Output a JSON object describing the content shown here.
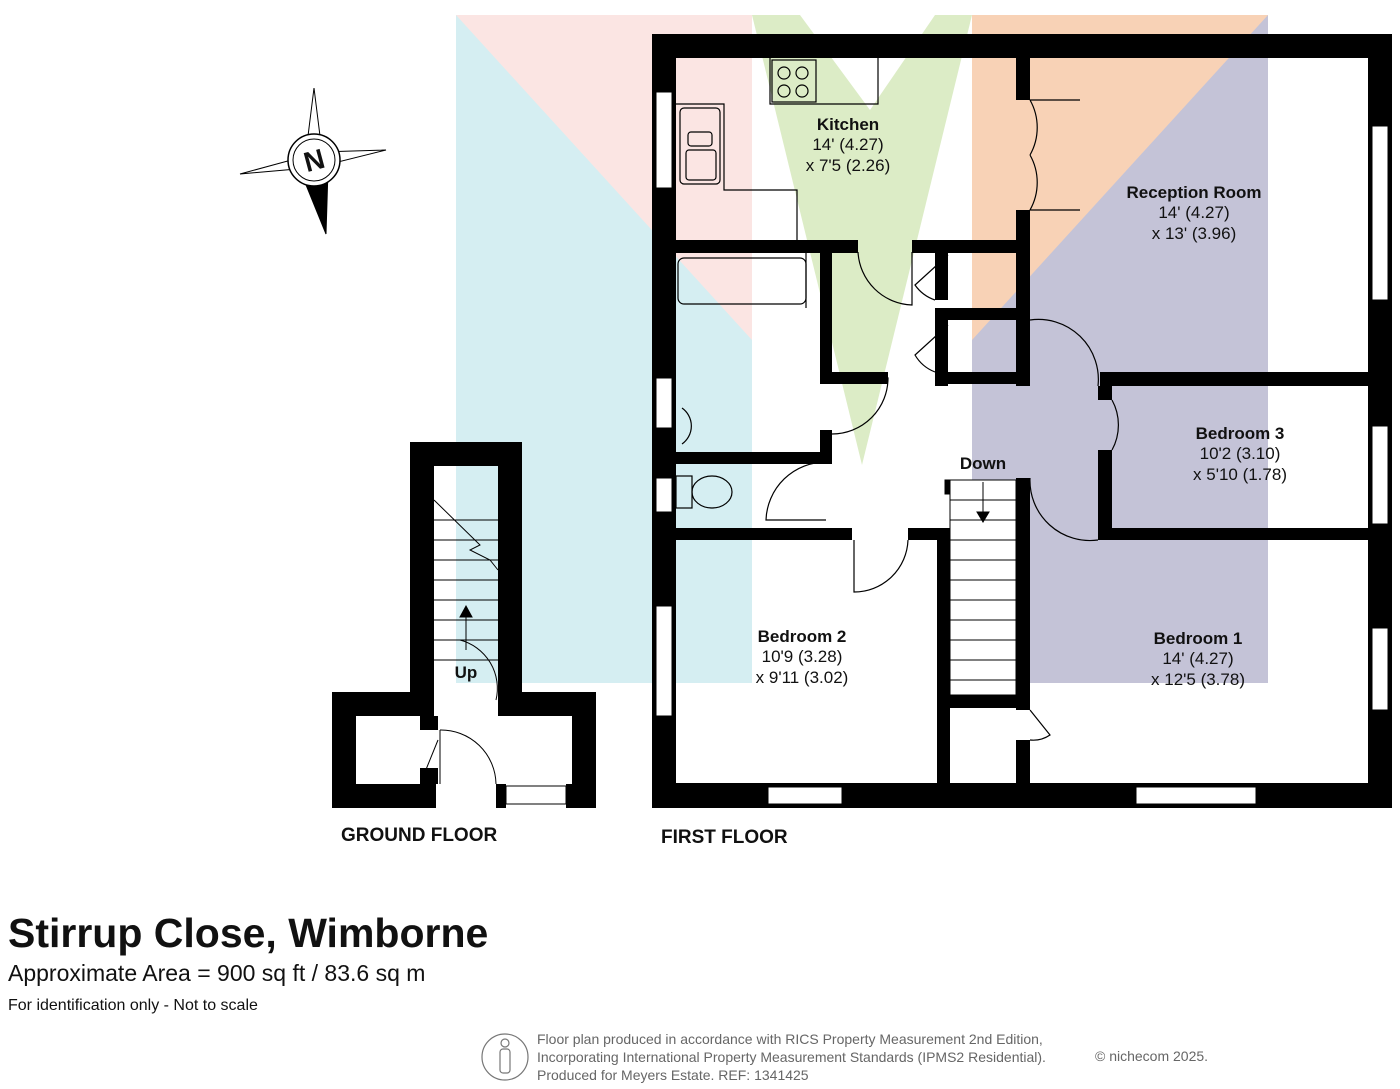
{
  "rooms": {
    "kitchen": {
      "name": "Kitchen",
      "dim1": "14' (4.27)",
      "dim2": "x 7'5 (2.26)"
    },
    "reception": {
      "name": "Reception Room",
      "dim1": "14' (4.27)",
      "dim2": "x 13' (3.96)"
    },
    "bedroom3": {
      "name": "Bedroom 3",
      "dim1": "10'2 (3.10)",
      "dim2": "x 5'10 (1.78)"
    },
    "bedroom2": {
      "name": "Bedroom 2",
      "dim1": "10'9 (3.28)",
      "dim2": "x 9'11 (3.02)"
    },
    "bedroom1": {
      "name": "Bedroom 1",
      "dim1": "14' (4.27)",
      "dim2": "x 12'5 (3.78)"
    }
  },
  "stairs": {
    "down": "Down",
    "up": "Up"
  },
  "floors": {
    "ground": "GROUND FLOOR",
    "first": "FIRST FLOOR"
  },
  "compass": {
    "label": "N"
  },
  "info": {
    "title": "Stirrup Close, Wimborne",
    "area": "Approximate Area = 900 sq ft / 83.6 sq m",
    "note": "For identification only - Not to scale"
  },
  "footer": {
    "line1": "Floor plan produced in accordance with RICS Property Measurement 2nd Edition,",
    "line2": "Incorporating International Property Measurement Standards (IPMS2 Residential).",
    "line3": "Produced for Meyers Estate.   REF:  1341425",
    "copyright": "© nichecom 2025."
  },
  "colors": {
    "blue": "#d5eef2",
    "pink": "#fbe5e3",
    "green": "#dcecc6",
    "orange": "#f8d2b6",
    "purple": "#c4c3d7",
    "wall": "#000000"
  }
}
